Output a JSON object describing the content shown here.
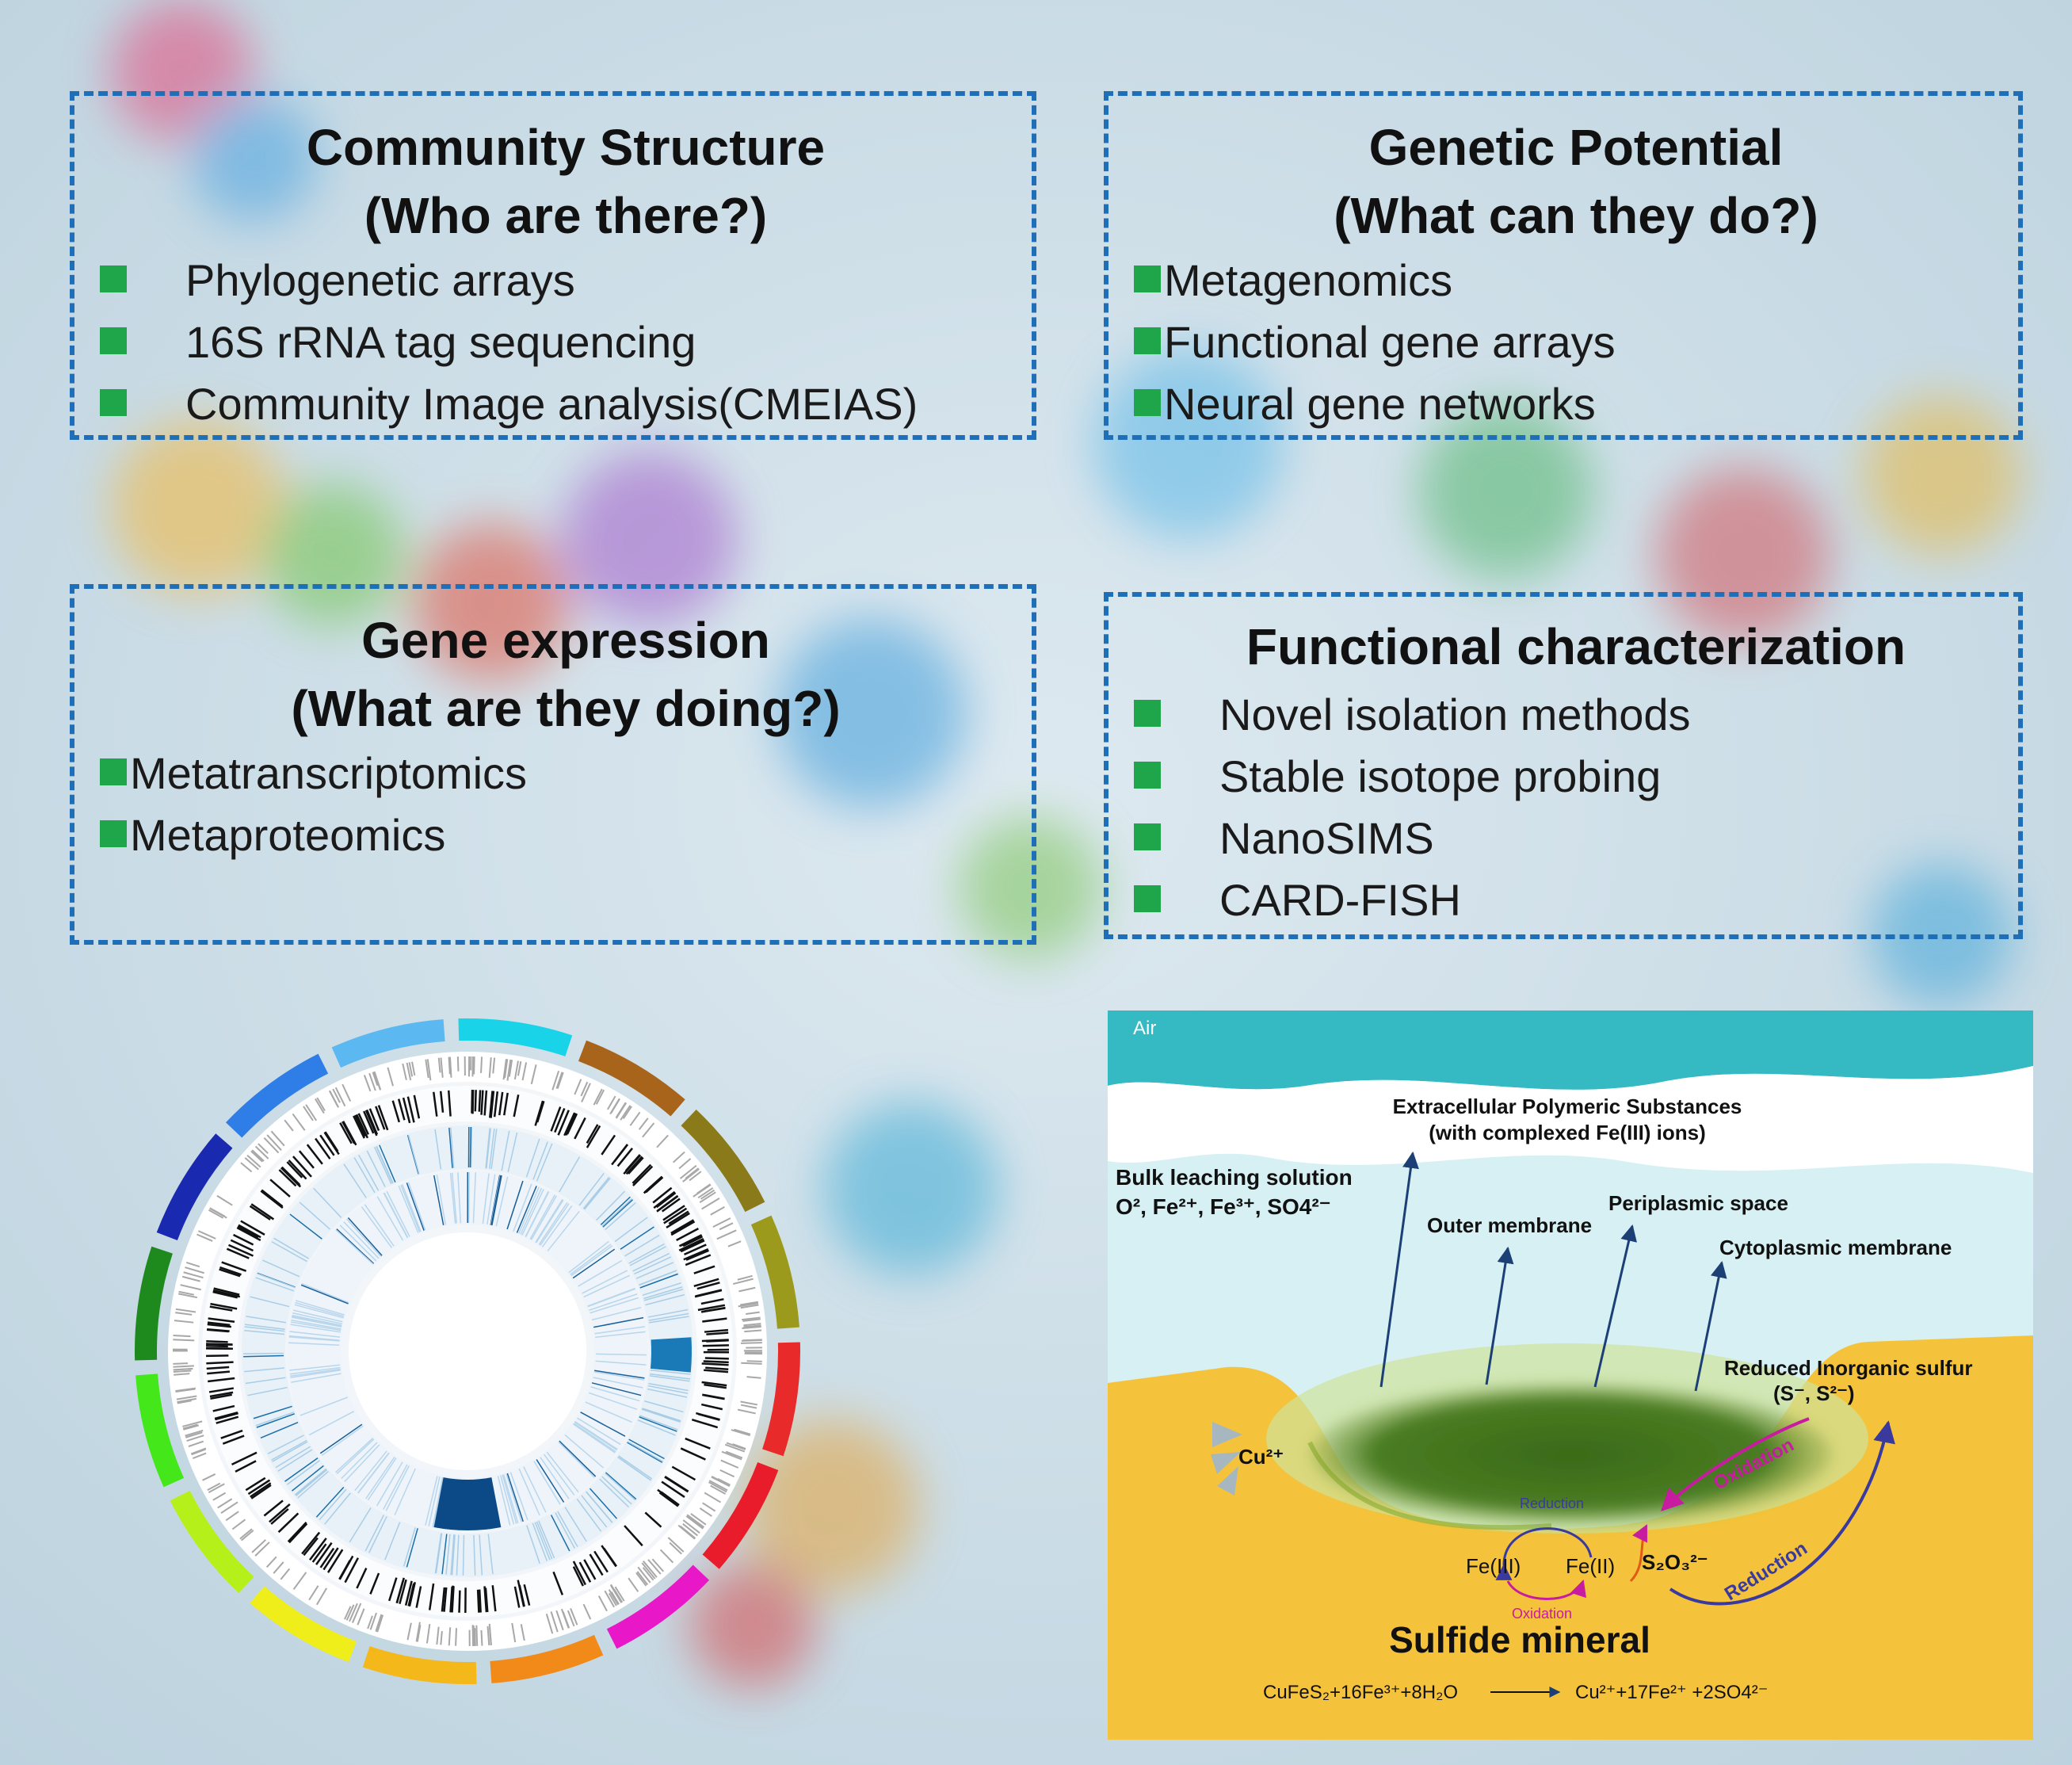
{
  "panels": {
    "community": {
      "title": "Community Structure",
      "subtitle": "(Who are there?)",
      "items": [
        "Phylogenetic arrays",
        "16S rRNA tag sequencing",
        "Community Image analysis(CMEIAS)"
      ]
    },
    "genetic": {
      "title": "Genetic Potential",
      "subtitle": "(What can they do?)",
      "items": [
        "Metagenomics",
        "Functional gene arrays",
        "Neural gene networks"
      ]
    },
    "expression": {
      "title": "Gene expression",
      "subtitle": "(What are they doing?)",
      "items": [
        "Metatranscriptomics",
        "Metaproteomics"
      ]
    },
    "functional": {
      "title": "Functional characterization",
      "items": [
        "Novel isolation methods",
        "Stable isotope probing",
        "NanoSIMS",
        "CARD-FISH"
      ]
    }
  },
  "leaching": {
    "air": "Air",
    "eps_line1": "Extracellular Polymeric Substances",
    "eps_line2": "(with complexed Fe(III) ions)",
    "bulk_line1": "Bulk leaching solution",
    "bulk_line2": "O², Fe²⁺, Fe³⁺, SO4²⁻",
    "outer_membrane": "Outer membrane",
    "periplasmic_space": "Periplasmic space",
    "cytoplasmic_membrane": "Cytoplasmic membrane",
    "reduced_sulfur_line1": "Reduced Inorganic sulfur",
    "reduced_sulfur_line2": "(S⁻, S²⁻)",
    "cu_ion": "Cu²⁺",
    "reduction_small": "Reduction",
    "fe3": "Fe(III)",
    "fe2": "Fe(II)",
    "oxidation_small": "Oxidation",
    "thiosulfate": "S₂O₃²⁻",
    "oxidation_large": "Oxidation",
    "reduction_large": "Reduction",
    "mineral_title": "Sulfide  mineral",
    "equation_left": "CuFeS₂+16Fe³⁺+8H₂O",
    "equation_right": "Cu²⁺+17Fe²⁺ +2SO4²⁻"
  },
  "colors": {
    "panel_border": "#1f6fb8",
    "bullet": "#1fa64a",
    "mineral": "#f5c33b",
    "air": "#35b9c3",
    "biofilm": "#3d6e1c",
    "oxidation": "#d21aa8",
    "reduction": "#3a3a9e"
  },
  "circos_ring_colors": [
    "#19d3e8",
    "#a8641a",
    "#8b7a1a",
    "#9c9a1c",
    "#e82a2a",
    "#e81c2a",
    "#e818c8",
    "#f28a1a",
    "#f5b81a",
    "#f0ee1a",
    "#b6f01a",
    "#44e81a",
    "#1e8a1e",
    "#1a2ab0",
    "#2f7ee8",
    "#5cb8f0"
  ]
}
